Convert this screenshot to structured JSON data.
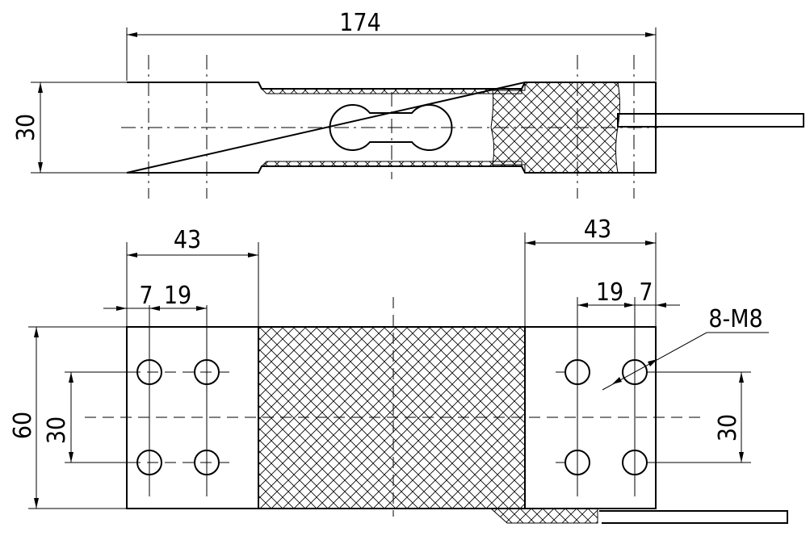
{
  "top_view": {
    "overall_length": "174",
    "height": "30"
  },
  "bottom_view": {
    "left_mount_length": "43",
    "right_mount_length": "43",
    "left_edge_offset": "7",
    "left_hole_pitch": "19",
    "right_hole_pitch": "19",
    "right_edge_offset": "7",
    "thread_callout": "8-M8",
    "overall_width": "60",
    "left_hole_spacing": "30",
    "right_hole_spacing": "30"
  },
  "colors": {
    "line": "#000000",
    "background": "#ffffff"
  }
}
